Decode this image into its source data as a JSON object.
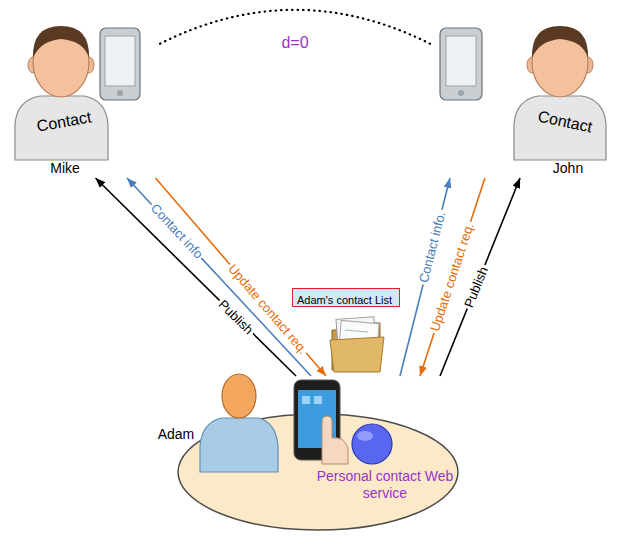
{
  "diagram": {
    "nodes": [
      {
        "text": [
          "Contact",
          "Mike"
        ]
      },
      {
        "text": [
          "Contact",
          "John"
        ]
      },
      {
        "text": [
          "Adam's contact List"
        ]
      },
      {
        "text": [
          "Adam"
        ]
      },
      {
        "text": [
          "Personal contact Web service"
        ],
        "in": 3
      }
    ],
    "edges": [
      {
        "from": 4,
        "to": 0,
        "label": "Publish",
        "arrow": "to"
      },
      {
        "from": 4,
        "to": 0,
        "label": "Contact info",
        "arrow": "to"
      },
      {
        "from": 0,
        "to": 4,
        "label": "Update contact req.",
        "arrow": "to"
      },
      {
        "from": 4,
        "to": 1,
        "label": "Publish",
        "arrow": "to"
      },
      {
        "from": 4,
        "to": 1,
        "label": "Contact info.",
        "arrow": "to"
      },
      {
        "from": 1,
        "to": 4,
        "label": "Update contact req.",
        "arrow": "to"
      },
      {
        "from": 0,
        "to": 1,
        "label": "d=0",
        "arrow": "none"
      }
    ]
  }
}
